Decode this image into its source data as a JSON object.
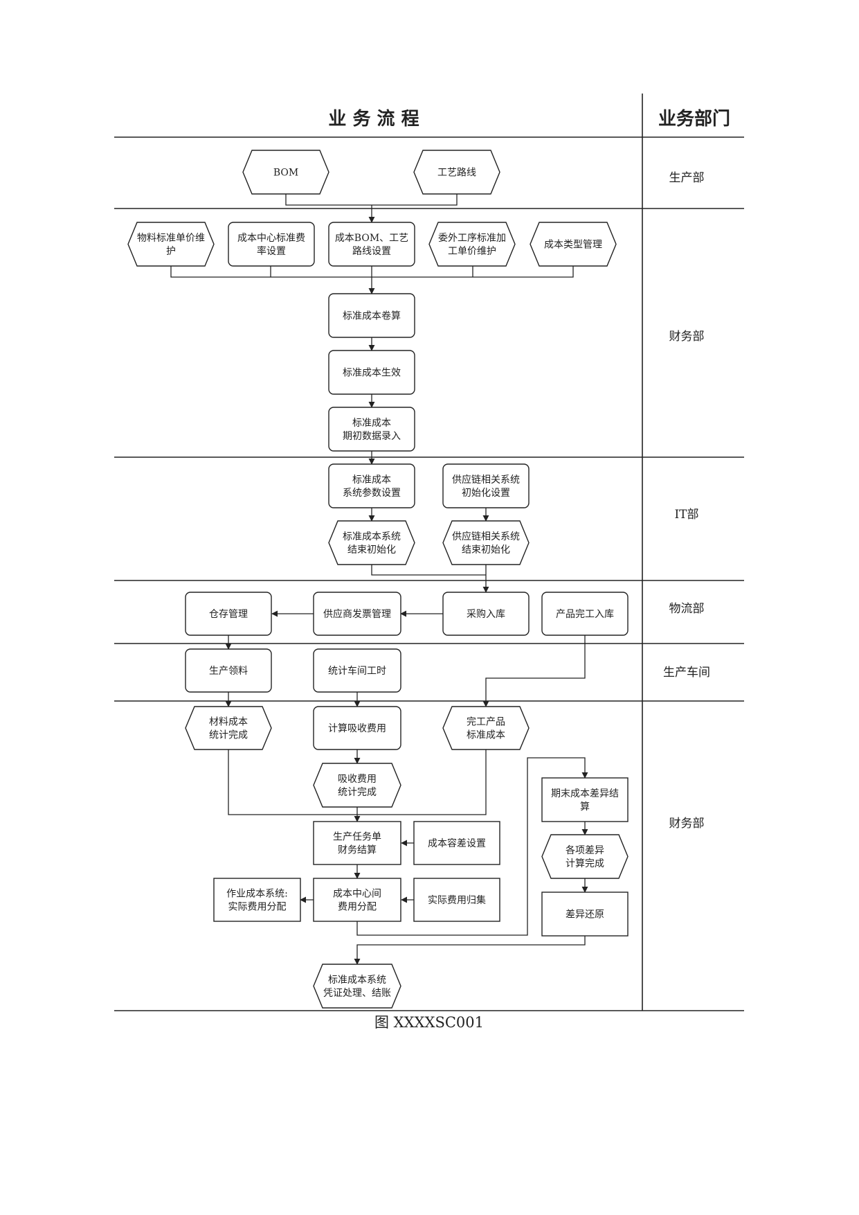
{
  "header": {
    "process": "业 务 流 程",
    "department": "业务部门"
  },
  "lanes": {
    "production_dept": "生产部",
    "finance_dept_1": "财务部",
    "it_dept": "IT部",
    "logistics_dept": "物流部",
    "workshop": "生产车间",
    "finance_dept_2": "财务部"
  },
  "nodes": {
    "bom": [
      "BOM"
    ],
    "routing": [
      "工艺路线"
    ],
    "material_price": [
      "物料标准单价维",
      "护"
    ],
    "cost_center_rate": [
      "成本中心标准费",
      "率设置"
    ],
    "cost_bom_routing": [
      "成本BOM、工艺",
      "路线设置"
    ],
    "outsource_price": [
      "委外工序标准加",
      "工单价维护"
    ],
    "cost_type_mgmt": [
      "成本类型管理"
    ],
    "std_cost_rollup": [
      "标准成本卷算"
    ],
    "std_cost_effective": [
      "标准成本生效"
    ],
    "std_cost_opening": [
      "标准成本",
      "期初数据录入"
    ],
    "std_cost_params": [
      "标准成本",
      "系统参数设置"
    ],
    "scm_init_setup": [
      "供应链相关系统",
      "初始化设置"
    ],
    "std_cost_init_end": [
      "标准成本系统",
      "结束初始化"
    ],
    "scm_init_end": [
      "供应链相关系统",
      "结束初始化"
    ],
    "warehouse_mgmt": [
      "仓存管理"
    ],
    "supplier_invoice": [
      "供应商发票管理"
    ],
    "purchase_receipt": [
      "采购入库"
    ],
    "product_completion": [
      "产品完工入库"
    ],
    "production_picking": [
      "生产领料"
    ],
    "workshop_hours": [
      "统计车间工时"
    ],
    "material_cost_done": [
      "材料成本",
      "统计完成"
    ],
    "calc_absorption": [
      "计算吸收费用"
    ],
    "finished_std_cost": [
      "完工产品",
      "标准成本"
    ],
    "absorption_done": [
      "吸收费用",
      "统计完成"
    ],
    "period_variance": [
      "期末成本差异结",
      "算"
    ],
    "task_order_settle": [
      "生产任务单",
      "财务结算"
    ],
    "cost_tolerance": [
      "成本容差设置"
    ],
    "variance_calc_done": [
      "各项差异",
      "计算完成"
    ],
    "activity_costing": [
      "作业成本系统:",
      "实际费用分配"
    ],
    "cost_center_alloc": [
      "成本中心间",
      "费用分配"
    ],
    "actual_cost_collect": [
      "实际费用归集"
    ],
    "variance_restore": [
      "差异还原"
    ],
    "voucher_close": [
      "标准成本系统",
      "凭证处理、结账"
    ]
  },
  "caption": "图 XXXXSC001"
}
